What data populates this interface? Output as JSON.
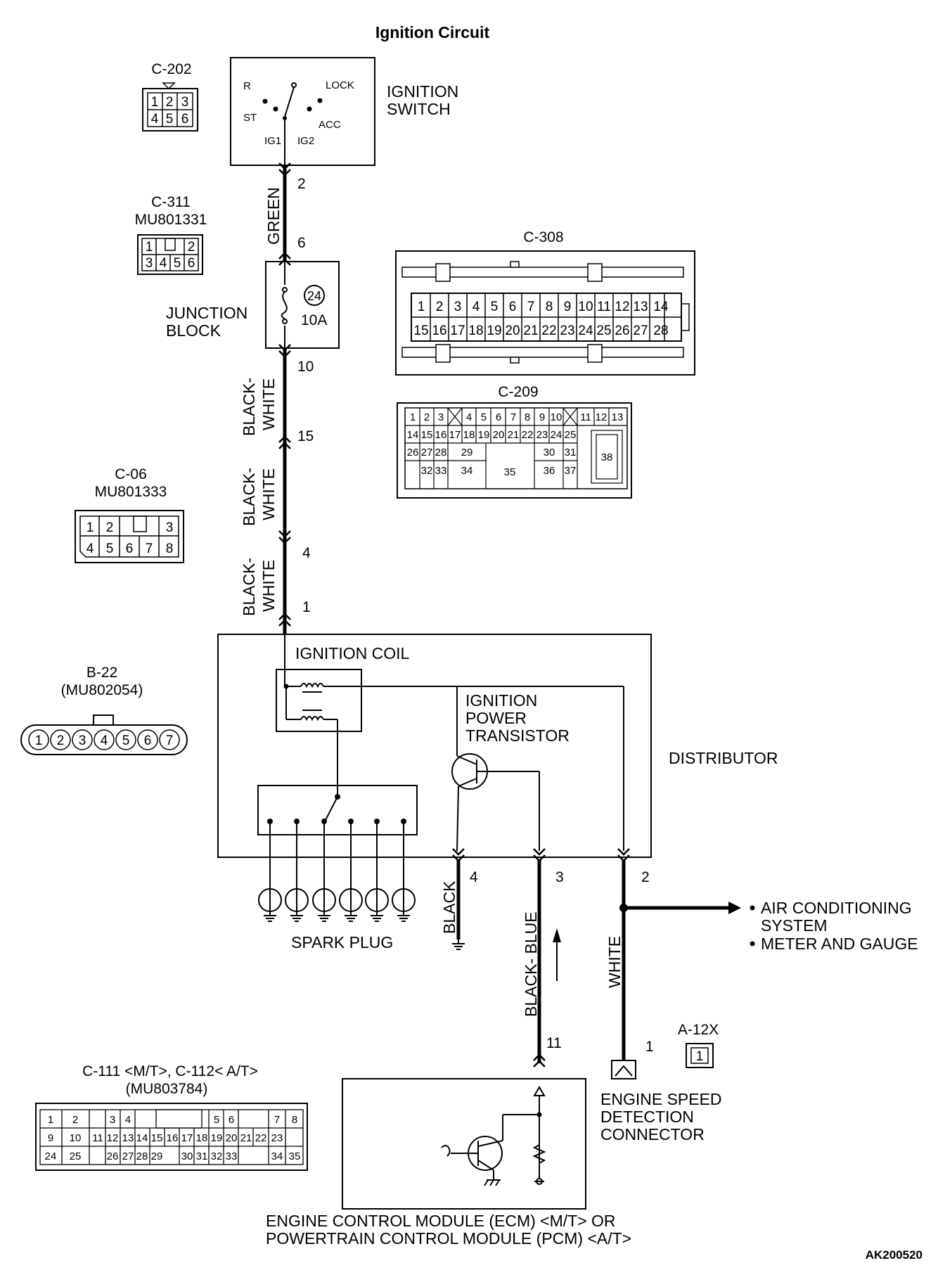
{
  "title": "Ignition Circuit",
  "figure_id": "AK200520",
  "components": {
    "ignition_switch": {
      "label": [
        "IGNITION",
        "SWITCH"
      ],
      "positions": [
        "R",
        "LOCK",
        "ST",
        "ACC",
        "IG1",
        "IG2"
      ]
    },
    "junction_block": {
      "label": [
        "JUNCTION",
        "BLOCK"
      ],
      "fuse_number": "24",
      "fuse_rating": "10A"
    },
    "ignition_coil": {
      "label": "IGNITION COIL"
    },
    "power_transistor": {
      "label": [
        "IGNITION",
        "POWER",
        "TRANSISTOR"
      ]
    },
    "distributor": {
      "label": "DISTRIBUTOR"
    },
    "spark_plug": {
      "label": "SPARK PLUG"
    },
    "ecm": {
      "label": [
        "ENGINE CONTROL MODULE (ECM) <M/T> OR",
        "POWERTRAIN CONTROL MODULE (PCM) <A/T>"
      ]
    },
    "engine_speed_connector": {
      "label": [
        "ENGINE SPEED",
        "DETECTION",
        "CONNECTOR"
      ]
    },
    "outputs": [
      "AIR CONDITIONING",
      "SYSTEM",
      "METER AND GAUGE"
    ]
  },
  "wires": {
    "green": "GREEN",
    "bw1": [
      "BLACK-",
      "WHITE"
    ],
    "bw2": [
      "BLACK-",
      "WHITE"
    ],
    "bw3": [
      "BLACK-",
      "WHITE"
    ],
    "black": "BLACK",
    "black_blue": "BLACK- BLUE",
    "white": "WHITE"
  },
  "pins": {
    "sw": "2",
    "jb_in": "6",
    "jb_out": "10",
    "c15": "15",
    "c4": "4",
    "coil": "1",
    "d4": "4",
    "d3": "3",
    "d2": "2",
    "ecm": "11",
    "esd": "1"
  },
  "connectors": {
    "c202": {
      "name": "C-202",
      "cells": [
        "1",
        "2",
        "3",
        "4",
        "5",
        "6"
      ]
    },
    "c311": {
      "name": [
        "C-311",
        "MU801331"
      ],
      "cells": [
        "1",
        "2",
        "3",
        "4",
        "5",
        "6"
      ]
    },
    "c06": {
      "name": [
        "C-06",
        "MU801333"
      ],
      "cells": [
        "1",
        "2",
        "3",
        "4",
        "5",
        "6",
        "7",
        "8"
      ]
    },
    "b22": {
      "name": [
        "B-22",
        "(MU802054)"
      ],
      "cells": [
        "1",
        "2",
        "3",
        "4",
        "5",
        "6",
        "7"
      ]
    },
    "c308": {
      "name": "C-308",
      "row1": [
        "1",
        "2",
        "3",
        "4",
        "5",
        "6",
        "7",
        "8",
        "9",
        "10",
        "11",
        "12",
        "13",
        "14"
      ],
      "row2": [
        "15",
        "16",
        "17",
        "18",
        "19",
        "20",
        "21",
        "22",
        "23",
        "24",
        "25",
        "26",
        "27",
        "28"
      ]
    },
    "c209": {
      "name": "C-209",
      "row1a": [
        "1",
        "2",
        "3"
      ],
      "row1b": [
        "4",
        "5",
        "6",
        "7",
        "8",
        "9",
        "10"
      ],
      "row1c": [
        "11",
        "12",
        "13"
      ],
      "row2": [
        "14",
        "15",
        "16",
        "17",
        "18",
        "19",
        "20",
        "21",
        "22",
        "23",
        "24",
        "25"
      ],
      "row3a": [
        "26",
        "27",
        "28"
      ],
      "c29": "29",
      "c30": "30",
      "c31": "31",
      "row4a": [
        "32",
        "33"
      ],
      "c34": "34",
      "c35": "35",
      "c36": "36",
      "c37": "37",
      "c38": "38"
    },
    "c111": {
      "name": [
        "C-111 <M/T>, C-112< A/T>",
        "(MU803784)"
      ],
      "row1": [
        "1",
        "2",
        "3",
        "4",
        "5",
        "6",
        "7",
        "8"
      ],
      "row2": [
        "9",
        "10",
        "11",
        "12",
        "13",
        "14",
        "15",
        "16",
        "17",
        "18",
        "19",
        "20",
        "21",
        "22",
        "23"
      ],
      "row3": [
        "24",
        "25",
        "26",
        "27",
        "28",
        "29",
        "30",
        "31",
        "32",
        "33",
        "34",
        "35"
      ]
    },
    "a12x": {
      "name": "A-12X",
      "cells": [
        "1"
      ]
    }
  }
}
